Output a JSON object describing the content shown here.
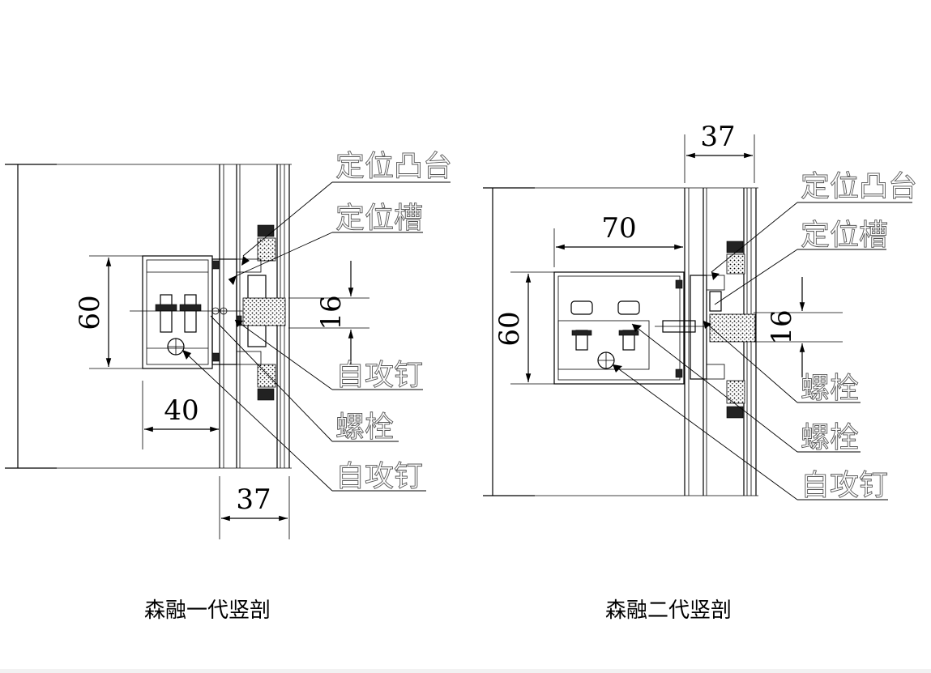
{
  "left": {
    "caption": "森融一代竖剖",
    "dims": {
      "height": "60",
      "depth": "40",
      "width": "37",
      "gap": "16"
    },
    "labels": {
      "locating_boss": "定位凸台",
      "locating_slot": "定位槽",
      "tapping_screw_1": "自攻钉",
      "bolt": "螺栓",
      "tapping_screw_2": "自攻钉"
    }
  },
  "right": {
    "caption": "森融二代竖剖",
    "dims": {
      "height": "60",
      "depth": "70",
      "width": "37",
      "gap": "16"
    },
    "labels": {
      "locating_boss": "定位凸台",
      "locating_slot": "定位槽",
      "bolt_1": "螺栓",
      "bolt_2": "螺栓",
      "tapping_screw": "自攻钉"
    }
  }
}
